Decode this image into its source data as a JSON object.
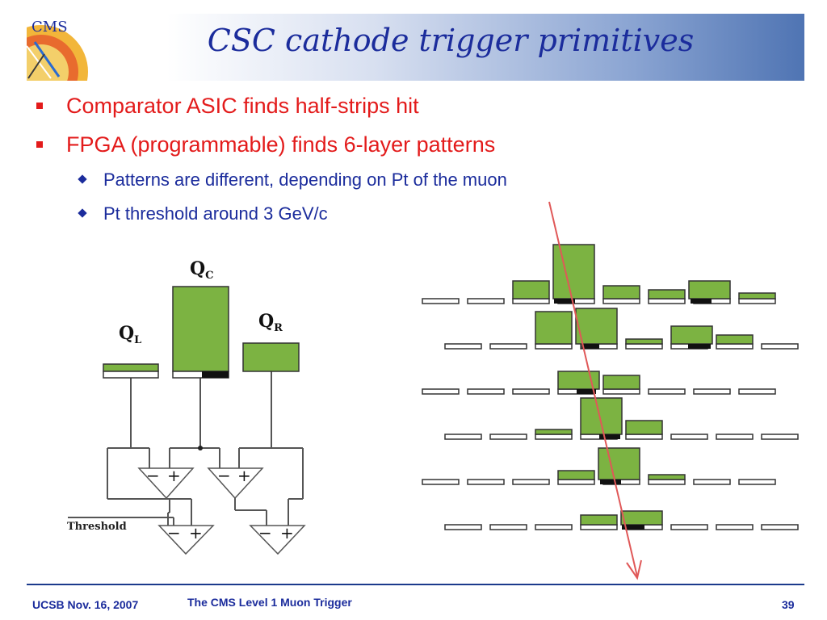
{
  "slide": {
    "title": "CSC cathode trigger primitives",
    "bullets": [
      {
        "text": "Comparator ASIC finds half-strips hit",
        "level": 1
      },
      {
        "text": "FPGA (programmable) finds 6-layer patterns",
        "level": 1
      },
      {
        "text": "Patterns are different, depending on Pt of the muon",
        "level": 2
      },
      {
        "text": "Pt threshold around 3 GeV/c",
        "level": 2
      }
    ],
    "footer": {
      "left": "UCSB Nov. 16, 2007",
      "center": "The CMS Level 1 Muon Trigger",
      "page": "39"
    },
    "logo_text": "CMS"
  },
  "circuit": {
    "qc_label": "Q",
    "qc_sub": "C",
    "ql_label": "Q",
    "ql_sub": "L",
    "qr_label": "Q",
    "qr_sub": "R",
    "threshold_label": "Threshold",
    "op_minus": "−",
    "op_plus": "+"
  },
  "colors": {
    "title": "#1b2c9c",
    "level1_bullet": "#e31b1b",
    "level2_bullet": "#1b2c9c",
    "charge_fill": "#7cb342",
    "muon_track": "#e05858",
    "footer_line": "#1b3a8c"
  }
}
